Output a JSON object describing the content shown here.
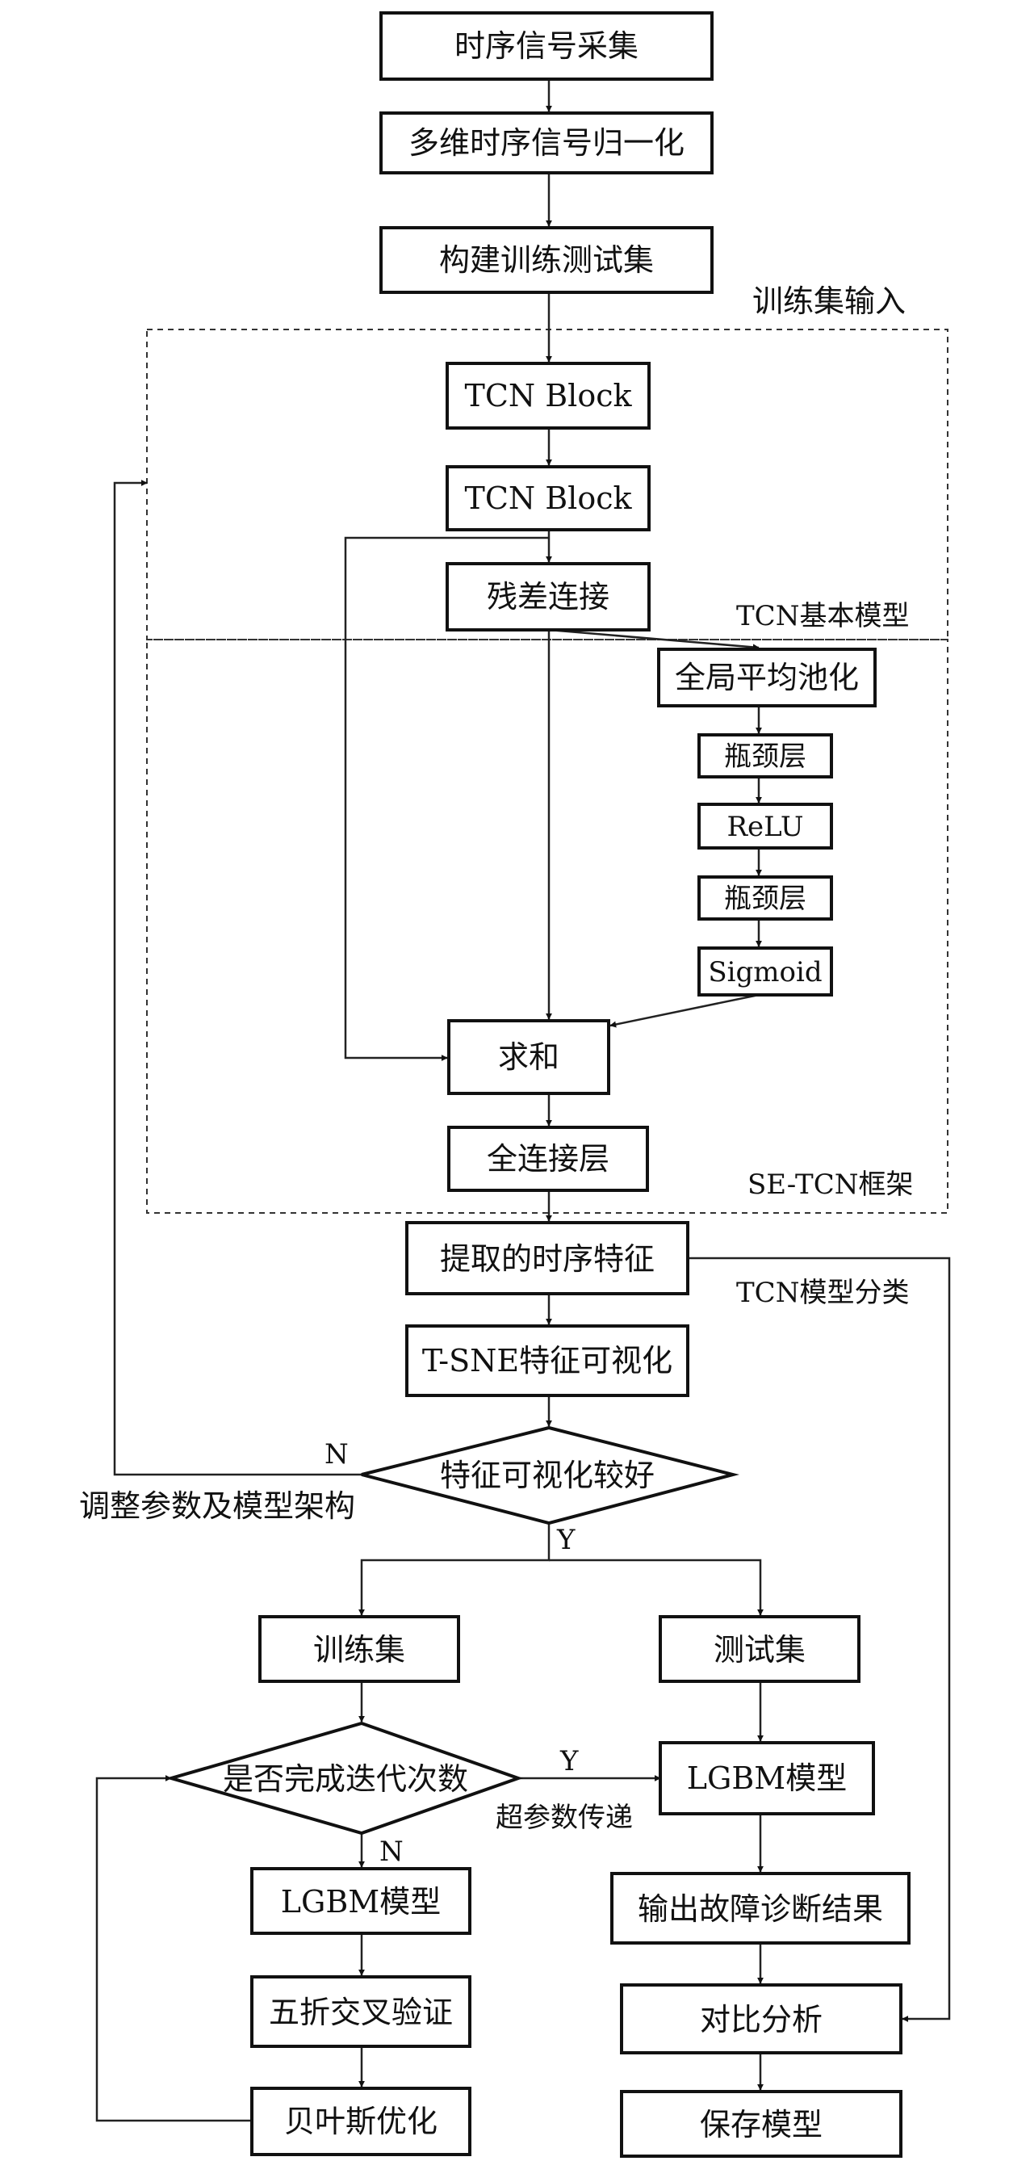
{
  "nodes": {
    "signal_acquisition": "时序信号采集",
    "normalization": "多维时序信号归一化",
    "build_sets": "构建训练测试集",
    "tcn_block_1": "TCN Block",
    "tcn_block_2": "TCN Block",
    "residual": "残差连接",
    "global_avg_pool": "全局平均池化",
    "bottleneck_1": "瓶颈层",
    "relu": "ReLU",
    "bottleneck_2": "瓶颈层",
    "sigmoid": "Sigmoid",
    "sum": "求和",
    "fully_connected": "全连接层",
    "extracted_features": "提取的时序特征",
    "tsne": "T-SNE特征可视化",
    "decision_visual": "特征可视化较好",
    "train_set": "训练集",
    "test_set": "测试集",
    "decision_iterations": "是否完成迭代次数",
    "lgbm_left": "LGBM模型",
    "lgbm_right": "LGBM模型",
    "five_fold": "五折交叉验证",
    "bayes_opt": "贝叶斯优化",
    "fault_result": "输出故障诊断结果",
    "compare": "对比分析",
    "save_model": "保存模型"
  },
  "labels": {
    "train_input": "训练集输入",
    "tcn_basic_model": "TCN基本模型",
    "se_tcn_frame": "SE-TCN框架",
    "tcn_classification": "TCN模型分类",
    "adjust_params": "调整参数及模型架构",
    "hyperparam_transfer": "超参数传递",
    "no_1": "N",
    "yes_1": "Y",
    "yes_2": "Y",
    "no_2": "N"
  }
}
